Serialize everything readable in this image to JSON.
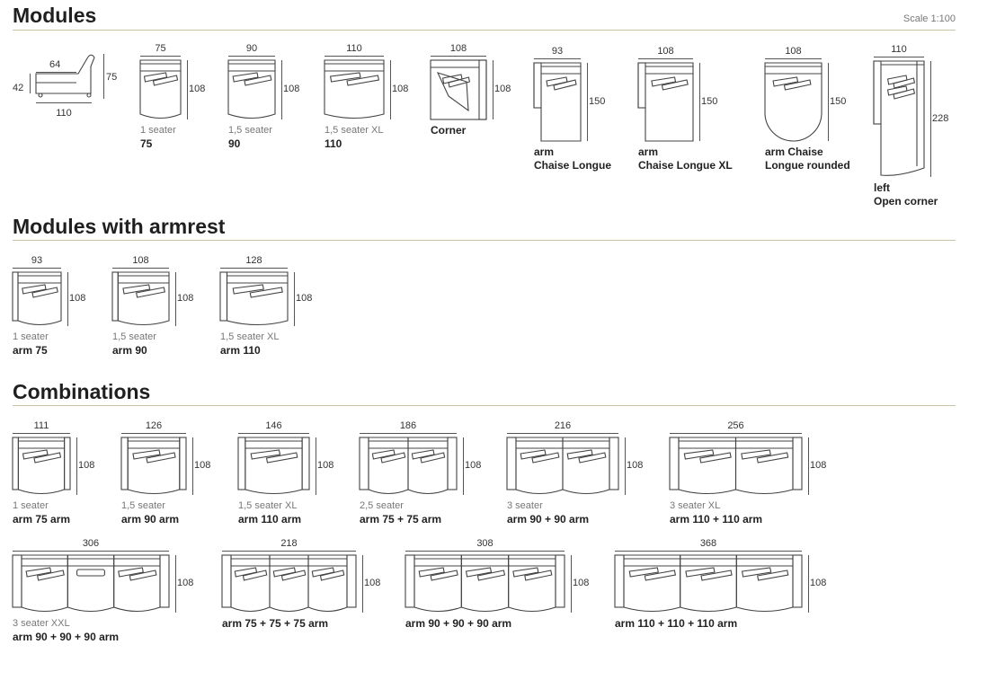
{
  "scale": "Scale 1:100",
  "sections": [
    {
      "title": "Modules",
      "items": [
        {
          "type": "side",
          "labels": {
            "seat": "64",
            "height": "75",
            "seat_h": "42",
            "depth": "110"
          }
        },
        {
          "type": "seat",
          "seats": 1,
          "arms": "none",
          "width": "75",
          "depth": "108",
          "sub": "1 seater",
          "name": "75"
        },
        {
          "type": "seat",
          "seats": 1,
          "arms": "none",
          "width": "90",
          "depth": "108",
          "sub": "1,5 seater",
          "name": "90"
        },
        {
          "type": "seat",
          "seats": 1,
          "arms": "none",
          "width": "110",
          "depth": "108",
          "sub": "1,5 seater XL",
          "name": "110"
        },
        {
          "type": "corner",
          "width": "108",
          "depth": "108",
          "sub": "",
          "name": "Corner"
        },
        {
          "type": "chaise",
          "width": "93",
          "depth": "150",
          "sub": "",
          "name": "arm\nChaise Longue"
        },
        {
          "type": "chaise",
          "width": "108",
          "depth": "150",
          "sub": "",
          "name": "arm\nChaise Longue XL"
        },
        {
          "type": "chaise-rounded",
          "width": "108",
          "depth": "150",
          "sub": "",
          "name": "arm Chaise\nLongue rounded"
        },
        {
          "type": "open-corner",
          "width": "110",
          "depth": "228",
          "sub": "",
          "name": "left\nOpen corner"
        }
      ]
    },
    {
      "title": "Modules with armrest",
      "items": [
        {
          "type": "seat",
          "seats": 1,
          "arms": "left",
          "width": "93",
          "depth": "108",
          "sub": "1 seater",
          "name": "arm 75"
        },
        {
          "type": "seat",
          "seats": 1,
          "arms": "left",
          "width": "108",
          "depth": "108",
          "sub": "1,5 seater",
          "name": "arm 90"
        },
        {
          "type": "seat",
          "seats": 1,
          "arms": "left",
          "width": "128",
          "depth": "108",
          "sub": "1,5 seater XL",
          "name": "arm 110"
        }
      ]
    },
    {
      "title": "Combinations",
      "items": [
        {
          "type": "seat",
          "seats": 1,
          "arms": "both",
          "width": "111",
          "depth": "108",
          "sub": "1 seater",
          "name": "arm 75 arm"
        },
        {
          "type": "seat",
          "seats": 1,
          "arms": "both",
          "width": "126",
          "depth": "108",
          "sub": "1,5 seater",
          "name": "arm 90 arm"
        },
        {
          "type": "seat",
          "seats": 1,
          "arms": "both",
          "width": "146",
          "depth": "108",
          "sub": "1,5 seater XL",
          "name": "arm 110 arm"
        },
        {
          "type": "seat",
          "seats": 2,
          "arms": "both",
          "width": "186",
          "depth": "108",
          "sub": "2,5 seater",
          "name": "arm 75 + 75 arm"
        },
        {
          "type": "seat",
          "seats": 2,
          "arms": "both",
          "width": "216",
          "depth": "108",
          "sub": "3 seater",
          "name": "arm 90 + 90 arm"
        },
        {
          "type": "seat",
          "seats": 2,
          "arms": "both",
          "width": "256",
          "depth": "108",
          "sub": "3 seater XL",
          "name": "arm 110 + 110 arm"
        },
        {
          "type": "seat",
          "seats": 3,
          "arms": "both",
          "width": "306",
          "depth": "108",
          "sub": "3 seater XXL",
          "name": "arm 90 + 90 + 90 arm"
        },
        {
          "type": "seat",
          "seats": 3,
          "arms": "both",
          "width": "218",
          "depth": "108",
          "sub": "",
          "name": "arm 75 + 75 + 75 arm"
        },
        {
          "type": "seat",
          "seats": 3,
          "arms": "both",
          "width": "308",
          "depth": "108",
          "sub": "",
          "name": "arm 90 + 90 + 90 arm"
        },
        {
          "type": "seat",
          "seats": 3,
          "arms": "both",
          "width": "368",
          "depth": "108",
          "sub": "",
          "name": "arm 110 + 110 + 110 arm"
        }
      ]
    }
  ]
}
